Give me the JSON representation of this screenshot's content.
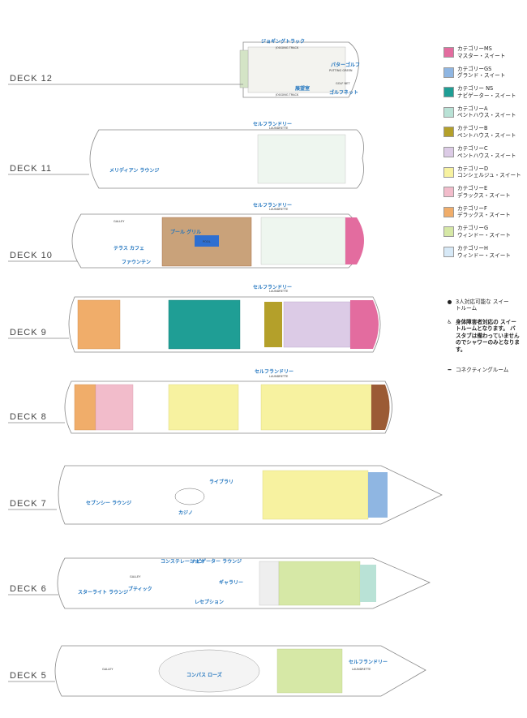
{
  "decks": [
    {
      "label": "DECK 12",
      "annotations": [
        "ジョギングトラック",
        "パターゴルフ",
        "ゴルフネット",
        "展望室"
      ],
      "small": [
        "JOGGING TRACK",
        "JOGGING TRACK",
        "PUTTING GREEN",
        "GOLF NET"
      ]
    },
    {
      "label": "DECK 11",
      "annotations": [
        "セルフランドリー",
        "メリディアン ラウンジ"
      ],
      "small": [
        "LAUNDRETTE"
      ]
    },
    {
      "label": "DECK 10",
      "annotations": [
        "セルフランドリー",
        "プール グリル",
        "テラス カフェ",
        "ファウンテン"
      ],
      "small": [
        "LAUNDRETTE",
        "GALLEY",
        "POOL"
      ]
    },
    {
      "label": "DECK 9",
      "annotations": [
        "セルフランドリー"
      ],
      "small": [
        "LAUNDRETTE"
      ]
    },
    {
      "label": "DECK 8",
      "annotations": [
        "セルフランドリー"
      ],
      "small": [
        "LAUNDRETTE"
      ]
    },
    {
      "label": "DECK 7",
      "annotations": [
        "セブンシー ラウンジ",
        "ライブラリ",
        "カジノ"
      ],
      "small": []
    },
    {
      "label": "DECK 6",
      "annotations": [
        "コンステレーション",
        "ナビゲーター ラウンジ",
        "スターライト ラウンジ",
        "ブティック",
        "ギャラリー",
        "レセプション"
      ],
      "small": [
        "GALLEY"
      ]
    },
    {
      "label": "DECK 5",
      "annotations": [
        "セルフランドリー",
        "コンパス ローズ"
      ],
      "small": [
        "GALLEY",
        "LAUNDRETTE"
      ]
    }
  ],
  "legend": [
    {
      "line1": "カテゴリーMS",
      "line2": "マスター・スイート",
      "color": "#e36c9f"
    },
    {
      "line1": "カテゴリーGS",
      "line2": "グランド・スイート",
      "color": "#8fb6e2"
    },
    {
      "line1": "カテゴリー NS",
      "line2": "ナビゲーター・スイート",
      "color": "#1f9e95"
    },
    {
      "line1": "カテゴリーA",
      "line2": "ペントハウス・スイート",
      "color": "#b9e2d6"
    },
    {
      "line1": "カテゴリーB",
      "line2": "ペントハウス・スイート",
      "color": "#b4a02a"
    },
    {
      "line1": "カテゴリーC",
      "line2": "ペントハウス・スイート",
      "color": "#dccbe6"
    },
    {
      "line1": "カテゴリーD",
      "line2": "コンシェルジュ・スイート",
      "color": "#f7f2a0"
    },
    {
      "line1": "カテゴリーE",
      "line2": "デラックス・スイート",
      "color": "#f2bccb"
    },
    {
      "line1": "カテゴリーF",
      "line2": "デラックス・スイート",
      "color": "#f0ad6a"
    },
    {
      "line1": "カテゴリーG",
      "line2": "ウィンドー・スイート",
      "color": "#d6e8a6"
    },
    {
      "line1": "カテゴリーH",
      "line2": "ウィンドー・スイート",
      "color": "#d7e9f7"
    }
  ],
  "symbols": [
    {
      "glyph": "●",
      "text": "3人対応可能な スイートルーム"
    },
    {
      "glyph": "♿",
      "text": "身体障害者対応の スイートルームとなります。 バスタブは備わっていませんのでシャワーのみとなります。"
    },
    {
      "glyph": "━",
      "text": "コネクティングルーム"
    }
  ],
  "colors": {
    "hull": "#8a8a8a",
    "deck_wood": "#9b5b35",
    "stair": "#333333",
    "annotation": "#1e73be"
  }
}
